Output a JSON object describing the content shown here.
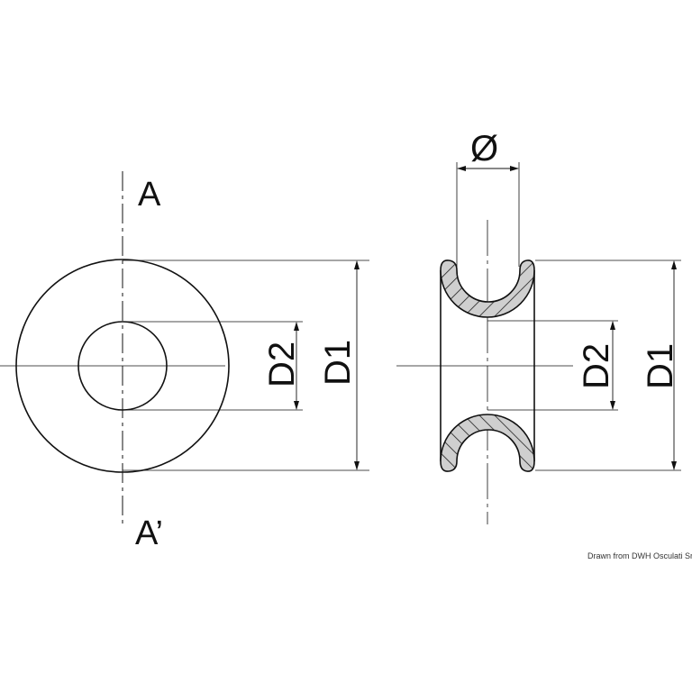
{
  "labels": {
    "section_a": "A",
    "section_a_prime": "A’",
    "front_d2": "D2",
    "front_d1": "D1",
    "side_diameter": "Ø",
    "side_d2": "D2",
    "side_d1": "D1"
  },
  "credit": "Drawn from DWH Osculati Srl",
  "colors": {
    "line": "#111111",
    "hatch_fill": "#cfcfcf"
  }
}
